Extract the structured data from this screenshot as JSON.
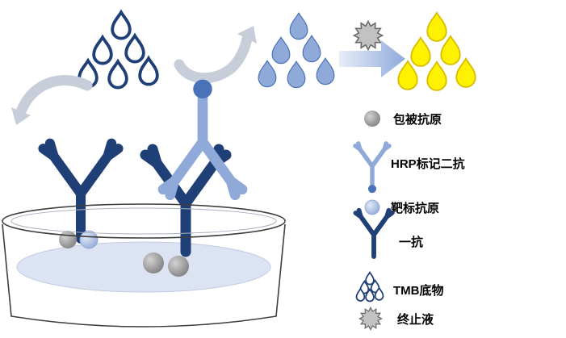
{
  "colors": {
    "navy": "#1F3F77",
    "medium-blue": "#4A72B8",
    "light-blue": "#8FA9D8",
    "pale-blue": "#AEC3E3",
    "liquid": "#DCE3F2",
    "yellow": "#FFF200",
    "yellow-outline": "#D8BC00",
    "gray": "#8F8F8F",
    "arrow-gray": "#C7CDD9",
    "outline": "#3F3F3F"
  },
  "scene": {
    "icons": [
      {
        "name": "tmb-droplet-cluster-dark",
        "count": 6
      },
      {
        "name": "reaction-swoosh-arrow"
      },
      {
        "name": "substrate-droplet-cluster-blue",
        "count": 6
      },
      {
        "name": "stop-solution-starburst"
      },
      {
        "name": "forward-block-arrow"
      },
      {
        "name": "product-droplet-cluster-yellow",
        "count": 6
      },
      {
        "name": "wash-swoosh-arrow"
      },
      {
        "name": "assay-well-dish"
      },
      {
        "name": "primary-antibody",
        "count": 2
      },
      {
        "name": "hrp-secondary-antibody",
        "count": 1
      },
      {
        "name": "coated-antigen-dot",
        "count": 3
      },
      {
        "name": "target-antigen-dot",
        "count": 1
      }
    ]
  },
  "legend": {
    "items": [
      {
        "icon": "coated-antigen-dot",
        "label": "包被抗原"
      },
      {
        "icon": "hrp-secondary-antibody",
        "label": "HRP标记二抗"
      },
      {
        "icon": "target-antigen-dot",
        "label": "靶标抗原"
      },
      {
        "icon": "primary-antibody",
        "label": "一抗"
      },
      {
        "icon": "tmb-droplets",
        "label": "TMB底物"
      },
      {
        "icon": "stop-solution-starburst",
        "label": "终止液"
      }
    ]
  }
}
